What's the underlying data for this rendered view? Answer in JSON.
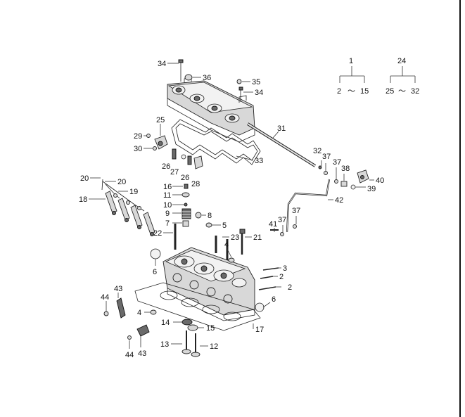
{
  "diagram": {
    "callouts": {
      "c34a": "34",
      "c36": "36",
      "c35": "35",
      "c34b": "34",
      "c25": "25",
      "c29": "29",
      "c30": "30",
      "c26a": "26",
      "c27": "27",
      "c26b": "26",
      "c28": "28",
      "c31": "31",
      "c33": "33",
      "c20a": "20",
      "c20b": "20",
      "c19": "19",
      "c18": "18",
      "c16": "16",
      "c11": "11",
      "c10": "10",
      "c9": "9",
      "c8": "8",
      "c7": "7",
      "c5": "5",
      "c22": "22",
      "c23": "23",
      "c21": "21",
      "c4a": "4",
      "c32": "32",
      "c37a": "37",
      "c37b": "37",
      "c38": "38",
      "c40": "40",
      "c39": "39",
      "c42": "42",
      "c41": "41",
      "c37c": "37",
      "c37d": "37",
      "c6a": "6",
      "c3": "3",
      "c2a": "2",
      "c2b": "2",
      "c6b": "6",
      "c43a": "43",
      "c44a": "44",
      "c4b": "4",
      "c14": "14",
      "c15": "15",
      "c17": "17",
      "c13": "13",
      "c12": "12",
      "c44b": "44",
      "c43b": "43"
    },
    "group_legend": {
      "parent1": "1",
      "child1_from": "2",
      "tilde1": "～",
      "child1_to": "15",
      "parent2": "24",
      "child2_from": "25",
      "tilde2": "～",
      "child2_to": "32"
    }
  }
}
